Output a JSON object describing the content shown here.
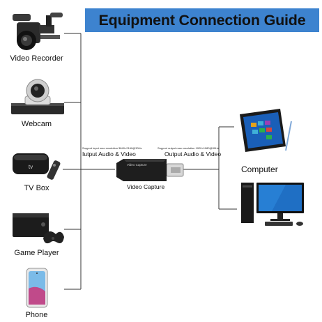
{
  "title": "Equipment Connection Guide",
  "sources": [
    {
      "label": "Video Recorder",
      "icon": "video-recorder-icon"
    },
    {
      "label": "Webcam",
      "icon": "webcam-icon"
    },
    {
      "label": "TV Box",
      "icon": "tv-box-icon"
    },
    {
      "label": "Game Player",
      "icon": "game-player-icon"
    },
    {
      "label": "Phone",
      "icon": "phone-icon"
    }
  ],
  "capture": {
    "label": "Video Capture",
    "device_text": "Video Capture",
    "input_label": "Iutput Audio & Video",
    "input_note": "Support input max resolution 3840×2160@30Hz",
    "output_label": "Output Audio & Video",
    "output_note": "Support output max resolution 1920×1080@30Hz"
  },
  "targets": [
    {
      "label": "Computer",
      "icon": "tablet-computer-icon"
    },
    {
      "label": "",
      "icon": "desktop-computer-icon"
    }
  ],
  "colors": {
    "banner": "#3d83cf",
    "line": "#333333"
  }
}
